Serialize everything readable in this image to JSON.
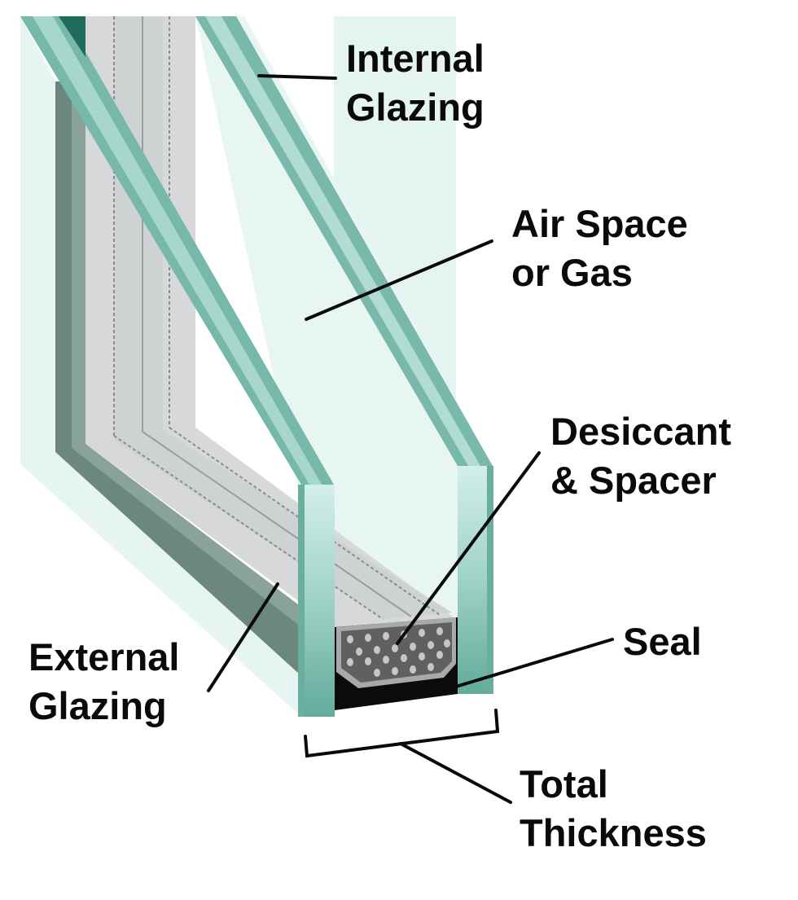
{
  "labels": {
    "internal_glazing": [
      "Internal",
      "Glazing"
    ],
    "air_space": [
      "Air Space",
      "or Gas"
    ],
    "desiccant_spacer": [
      "Desiccant",
      "& Spacer"
    ],
    "seal": [
      "Seal"
    ],
    "external_glazing": [
      "External",
      "Glazing"
    ],
    "total_thickness": [
      "Total",
      "Thickness"
    ]
  },
  "colors": {
    "glass_edge": "#6fb3a5",
    "glass_face": "#dff2ee",
    "glass_dark": "#1f6b5c",
    "frame_shadow": "#6a857b",
    "spacer_grey": "#d2d5d6",
    "desiccant": "#5e6062",
    "seal": "#0b0b0b",
    "leader": "#0a0a0a"
  }
}
